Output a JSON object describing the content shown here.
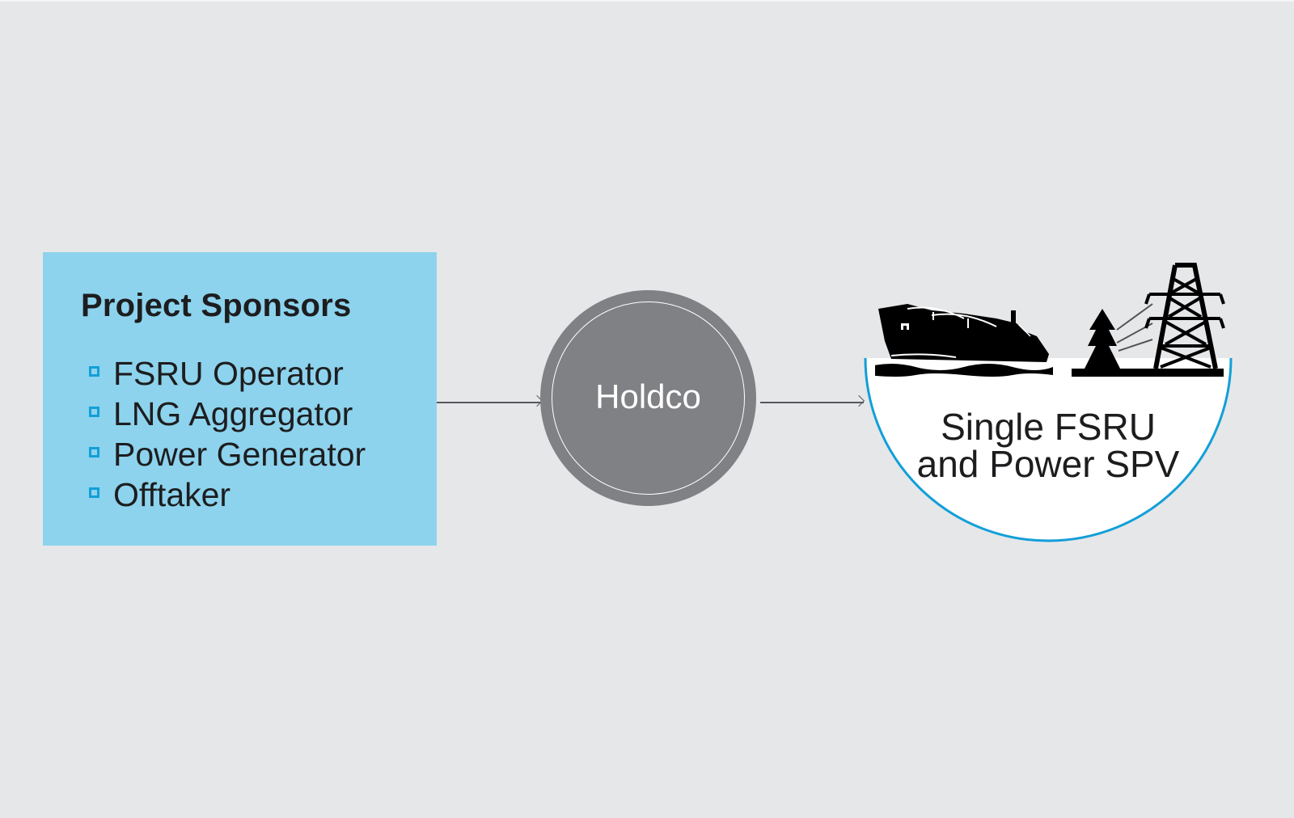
{
  "diagram": {
    "sponsors": {
      "title": "Project Sponsors",
      "items": [
        {
          "label": "FSRU Operator"
        },
        {
          "label": "LNG Aggregator"
        },
        {
          "label": "Power Generator"
        },
        {
          "label": "Offtaker"
        }
      ],
      "bullet_icon": "hollow-square",
      "background_color": "#8dd3ed",
      "bullet_color": "#129fd8"
    },
    "holdco": {
      "label": "Holdco",
      "color": "#808184"
    },
    "spv": {
      "line1": "Single FSRU",
      "line2": "and Power SPV",
      "icons": [
        "lng-ship-icon",
        "transmission-tower-icon"
      ],
      "border_color": "#129fd8"
    },
    "connections": [
      {
        "from": "Project Sponsors",
        "to": "Holdco"
      },
      {
        "from": "Holdco",
        "to": "Single FSRU and Power SPV"
      }
    ]
  }
}
